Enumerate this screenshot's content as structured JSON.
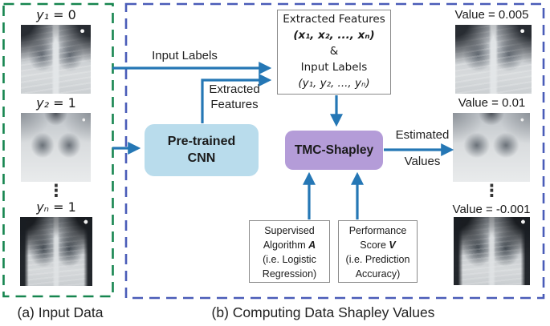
{
  "colors": {
    "input_group_border": "#16854f",
    "pipeline_group_border": "#4a5cb8",
    "arrow_blue": "#2577b5",
    "cnn_fill": "#b9dcec",
    "tmc_fill": "#b49cd8",
    "small_box_border": "#8a8a8a"
  },
  "input_panel": {
    "caption": "(a) Input Data",
    "items": [
      {
        "sym": "y₁",
        "eq": "= 0"
      },
      {
        "sym": "y₂",
        "eq": "= 1"
      },
      {
        "sym": "yₙ",
        "eq": "= 1"
      }
    ],
    "ellipsis": "⋮"
  },
  "pipeline": {
    "caption": "(b) Computing Data Shapley Values",
    "features_box": {
      "line1": "Extracted Features",
      "line2": "(x₁, x₂, ..., xₙ)",
      "line3": "&",
      "line4": "Input Labels",
      "line5": "(y₁, y₂, ..., yₙ)"
    },
    "cnn_box": {
      "line1": "Pre-trained",
      "line2": "CNN"
    },
    "tmc_box": {
      "label": "TMC-Shapley"
    },
    "supervised_box": {
      "line1": "Supervised",
      "line2_text": "Algorithm",
      "line2_var": "A",
      "line3": "(i.e. Logistic",
      "line4": "Regression)"
    },
    "performance_box": {
      "line1": "Performance",
      "line2_text": "Score",
      "line2_var": "V",
      "line3": "(i.e. Prediction",
      "line4": "Accuracy)"
    },
    "arrows": {
      "input_labels": "Input Labels",
      "extracted_line1": "Extracted",
      "extracted_line2": "Features",
      "estimated_line1": "Estimated",
      "estimated_line2": "Values"
    }
  },
  "output_panel": {
    "items": [
      "Value = 0.005",
      "Value = 0.01",
      "Value = -0.001"
    ],
    "ellipsis": "⋮"
  }
}
